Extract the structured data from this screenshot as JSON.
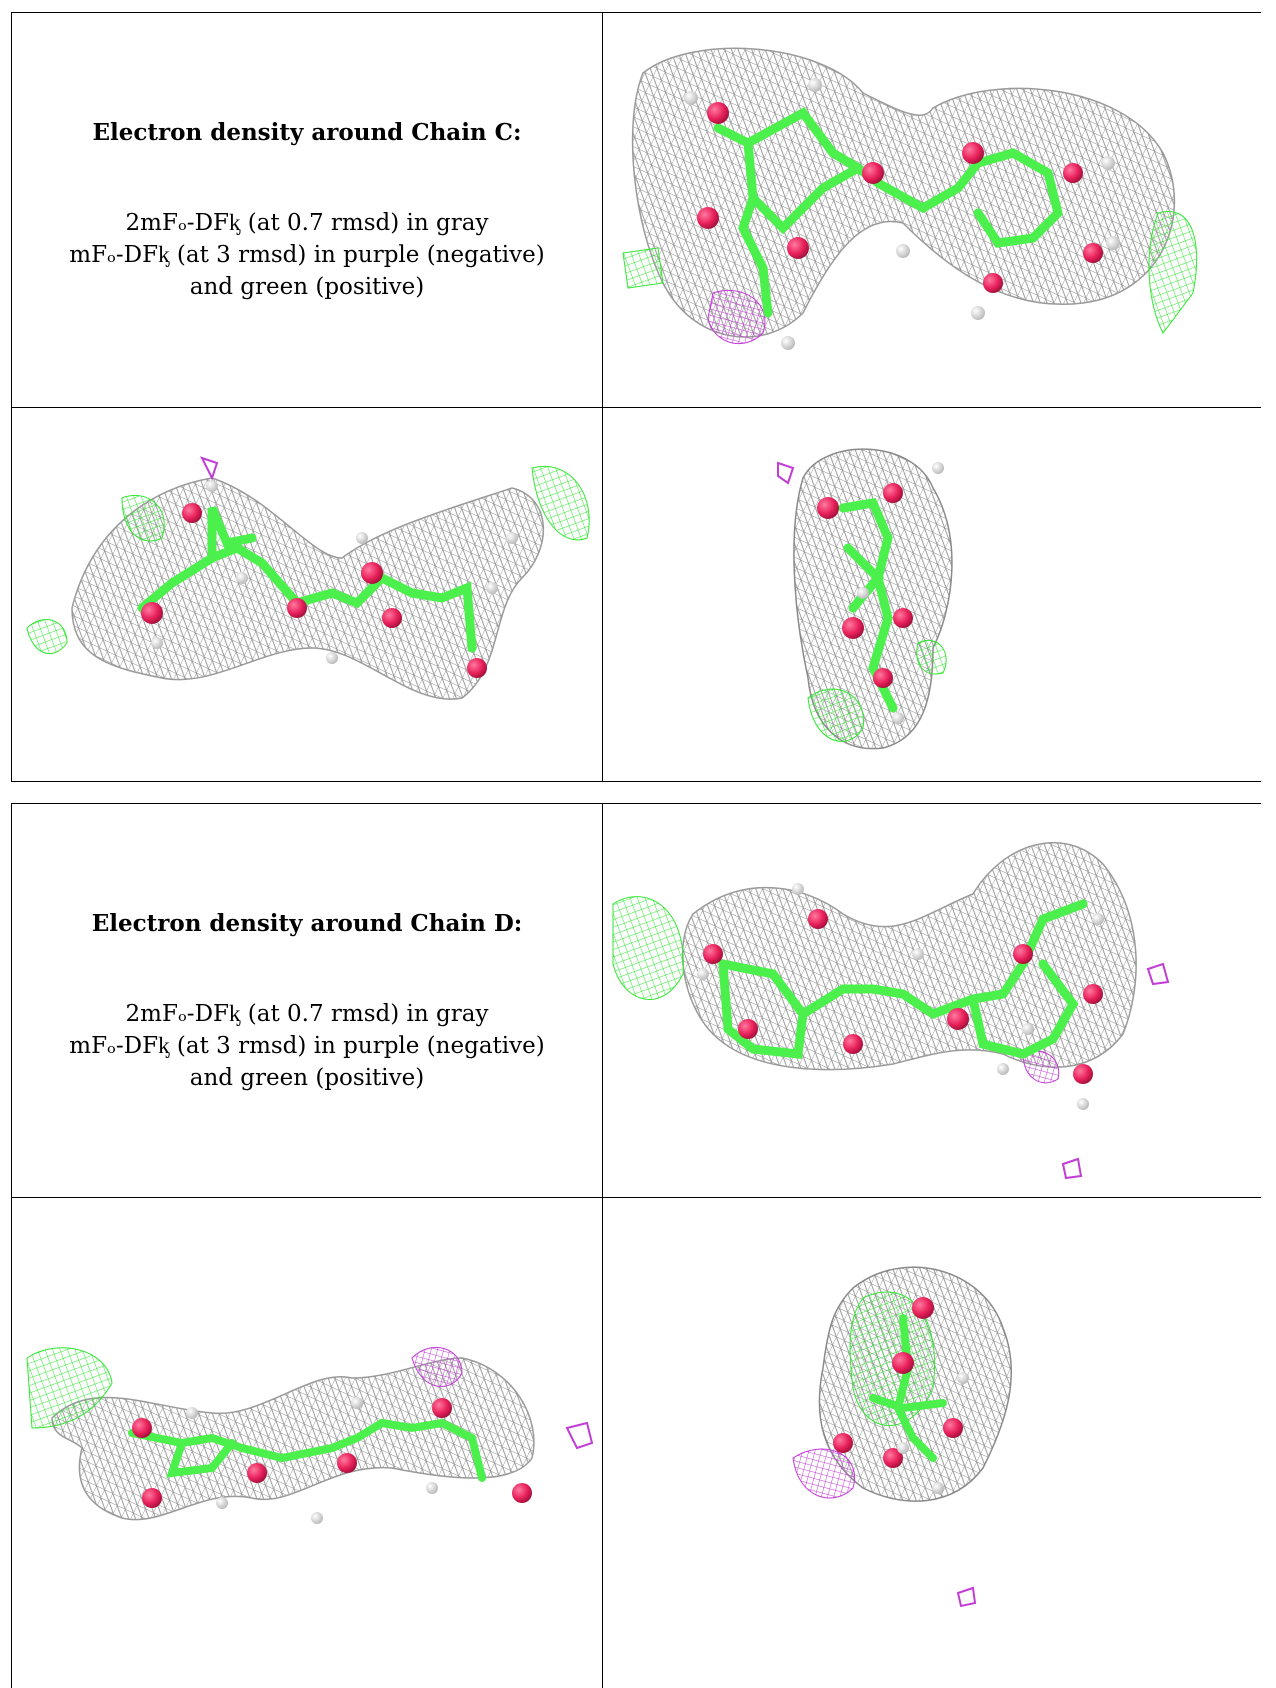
{
  "tables": [
    {
      "title": "Electron density around Chain C:",
      "legend": [
        "2mFₒ-DFᶄ (at 0.7 rmsd) in gray",
        "mFₒ-DFᶄ (at 3 rmsd) in purple (negative)",
        "and green (positive)"
      ]
    },
    {
      "title": "Electron density around Chain D:",
      "legend": [
        "2mFₒ-DFᶄ (at 0.7 rmsd) in gray",
        "mFₒ-DFᶄ (at 3 rmsd) in purple (negative)",
        "and green (positive)"
      ]
    }
  ],
  "colors": {
    "mesh_gray": "#9a9a9a",
    "carbon_green": "#4cf04c",
    "oxygen_red": "#e8205a",
    "hydrogen_white": "#e6e6e6",
    "negative_purple": "#c23cd6",
    "positive_green": "#2ee82e"
  }
}
